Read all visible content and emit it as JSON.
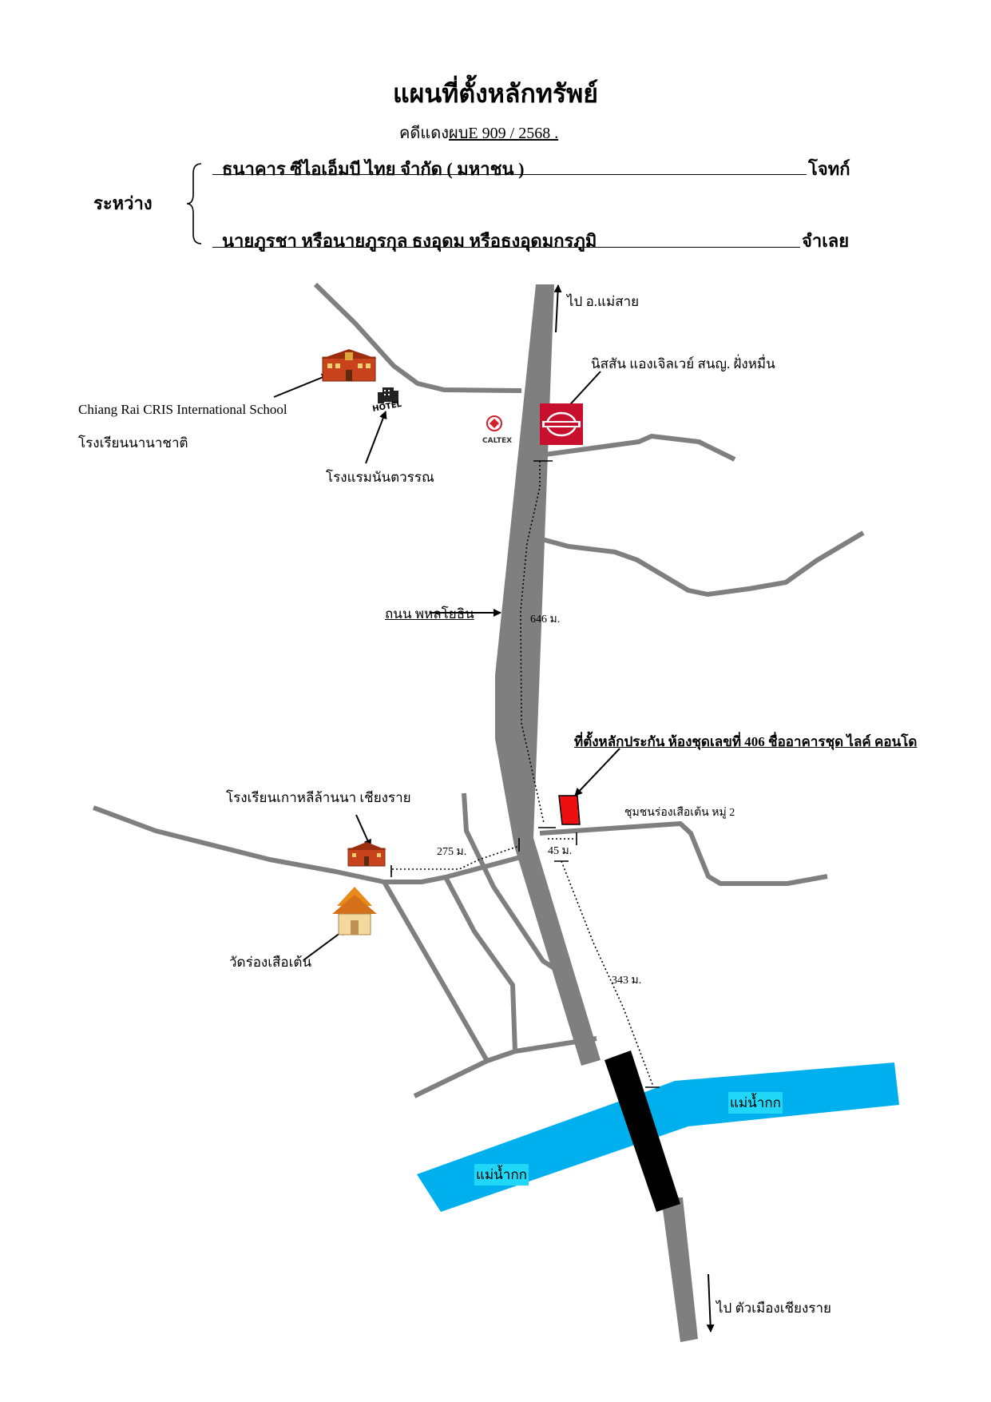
{
  "title": "แผนที่ตั้งหลักทรัพย์",
  "case": {
    "label": "คดีแดง",
    "number": "ผบE 909 / 2568 ."
  },
  "parties": {
    "between": "ระหว่าง",
    "plaintiff_name": "ธนาคาร ซีไอเอ็มบี ไทย จำกัด ( มหาชน )",
    "plaintiff_role": "โจทก์",
    "defendant_name": "นายภูรชา หรือนายภูรกุล   ธงอุดม หรือธงอุดมกรภูมิ",
    "defendant_role": "จำเลย"
  },
  "map": {
    "to_mae_sai": "ไป อ.แม่สาย",
    "to_city": "ไป ตัวเมืองเชียงราย",
    "nissan": "นิสสัน แองเจิลเวย์ สนญ. ฝั่งหมื่น",
    "school_en": "Chiang Rai CRIS International School",
    "school_th": "โรงเรียนนานาชาติ",
    "hotel": "โรงแรมนันตวรรณ",
    "road": "ถนน พหลโยธิน",
    "dist_646": "646 ม.",
    "property": "ที่ตั้งหลักประกัน ห้องชุดเลขที่ 406 ชื่ออาคารชุด ไลค์ คอนโด",
    "community": "ชุมชนร่องเสือเต้น หมู่ 2",
    "korean_school": "โรงเรียนเกาหลีล้านนา เชียงราย",
    "dist_275": "275 ม.",
    "dist_45": "45 ม.",
    "dist_343": "343 ม.",
    "temple": "วัดร่องเสือเต้น",
    "river": "แม่น้ำกก",
    "river2": "แม่น้ำกก",
    "caltex": "CALTEX",
    "hotel_sign": "HOTEL"
  },
  "colors": {
    "road": "#7f7f7f",
    "river": "#00b0ee",
    "bridge": "#000000",
    "property_marker": "#ee1010",
    "nissan_bg": "#c8102e",
    "river_label_bg": "#21d7f7"
  },
  "icons": [
    "school-building-icon",
    "hotel-building-icon",
    "caltex-logo-icon",
    "nissan-logo-icon",
    "temple-icon",
    "property-marker-icon"
  ]
}
